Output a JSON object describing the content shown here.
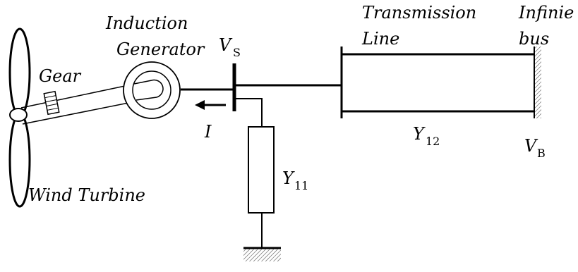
{
  "labels": {
    "induction_line1": "Induction",
    "induction_line2": "Generator",
    "gear": "Gear",
    "wind_turbine": "Wind Turbine",
    "transmission_line1": "Transmission",
    "transmission_line2": "Line",
    "infinite_line1": "Infinie",
    "infinite_line2": "bus",
    "vs_main": "V",
    "vs_sub": "S",
    "current": "I",
    "y12_main": "Y",
    "y12_sub": "12",
    "y11_main": "Y",
    "y11_sub": "11",
    "vb_main": "V",
    "vb_sub": "B"
  },
  "colors": {
    "line": "#000000",
    "hatch": "#555555",
    "background": "#ffffff"
  }
}
